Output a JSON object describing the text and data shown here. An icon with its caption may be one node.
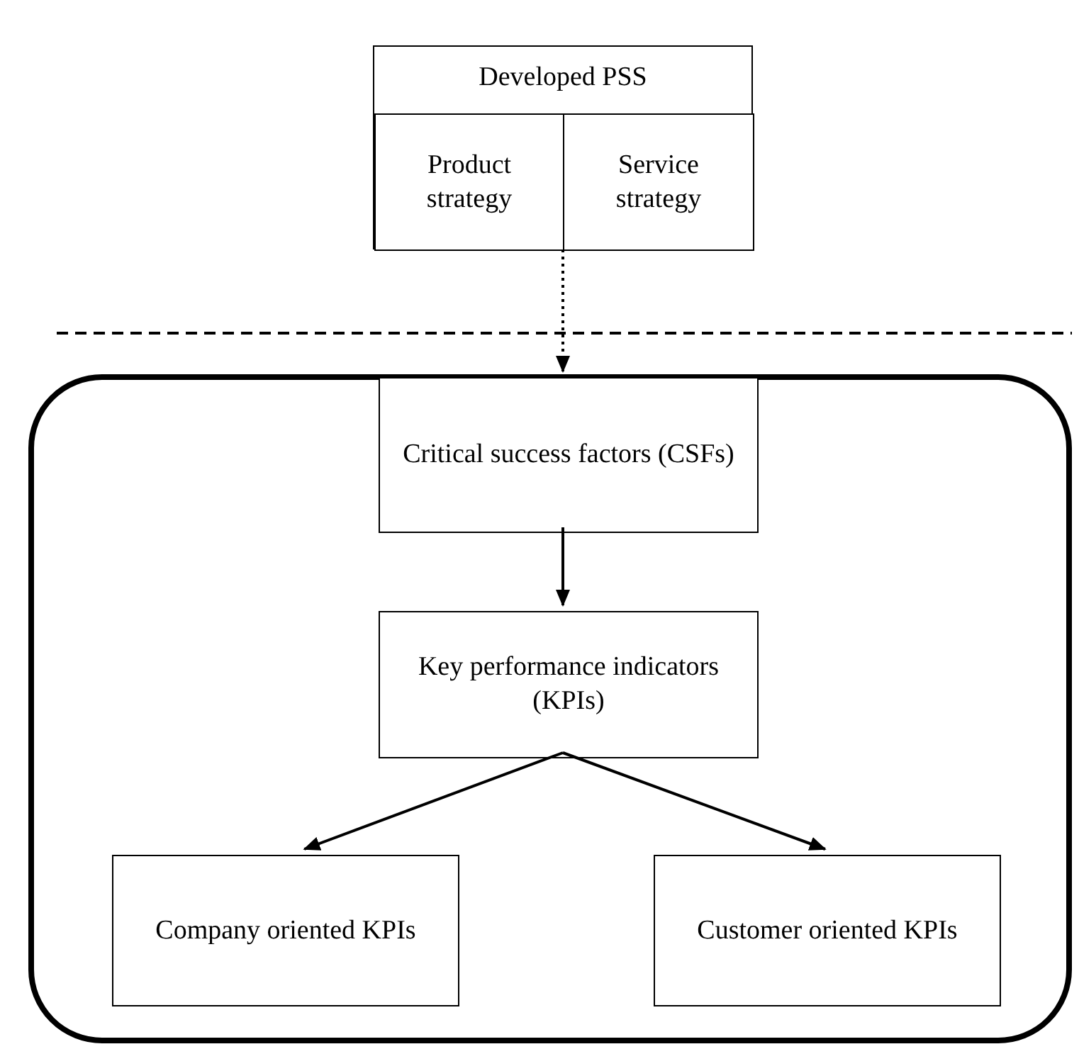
{
  "diagram": {
    "nodes": [
      {
        "text": [
          "Developed PSS"
        ]
      },
      {
        "text": [
          "Product strategy"
        ],
        "in": 0
      },
      {
        "text": [
          "Service strategy"
        ],
        "in": 0
      },
      {
        "text": [],
        "shape": "box"
      },
      {
        "text": [
          "Critical success factors (CSFs)"
        ],
        "in": 3
      },
      {
        "text": [
          "Key performance indicators (KPIs)"
        ],
        "in": 3
      },
      {
        "text": [
          "Company oriented KPIs"
        ],
        "in": 3
      },
      {
        "text": [
          "Customer oriented KPIs"
        ],
        "in": 3
      }
    ],
    "edges": [
      {
        "from": 0,
        "to": 4,
        "arrow": "to",
        "style": "dashed"
      },
      {
        "from": 4,
        "to": 5,
        "arrow": "to"
      },
      {
        "from": 5,
        "to": 6,
        "arrow": "to"
      },
      {
        "from": 5,
        "to": 7,
        "arrow": "to"
      }
    ]
  }
}
